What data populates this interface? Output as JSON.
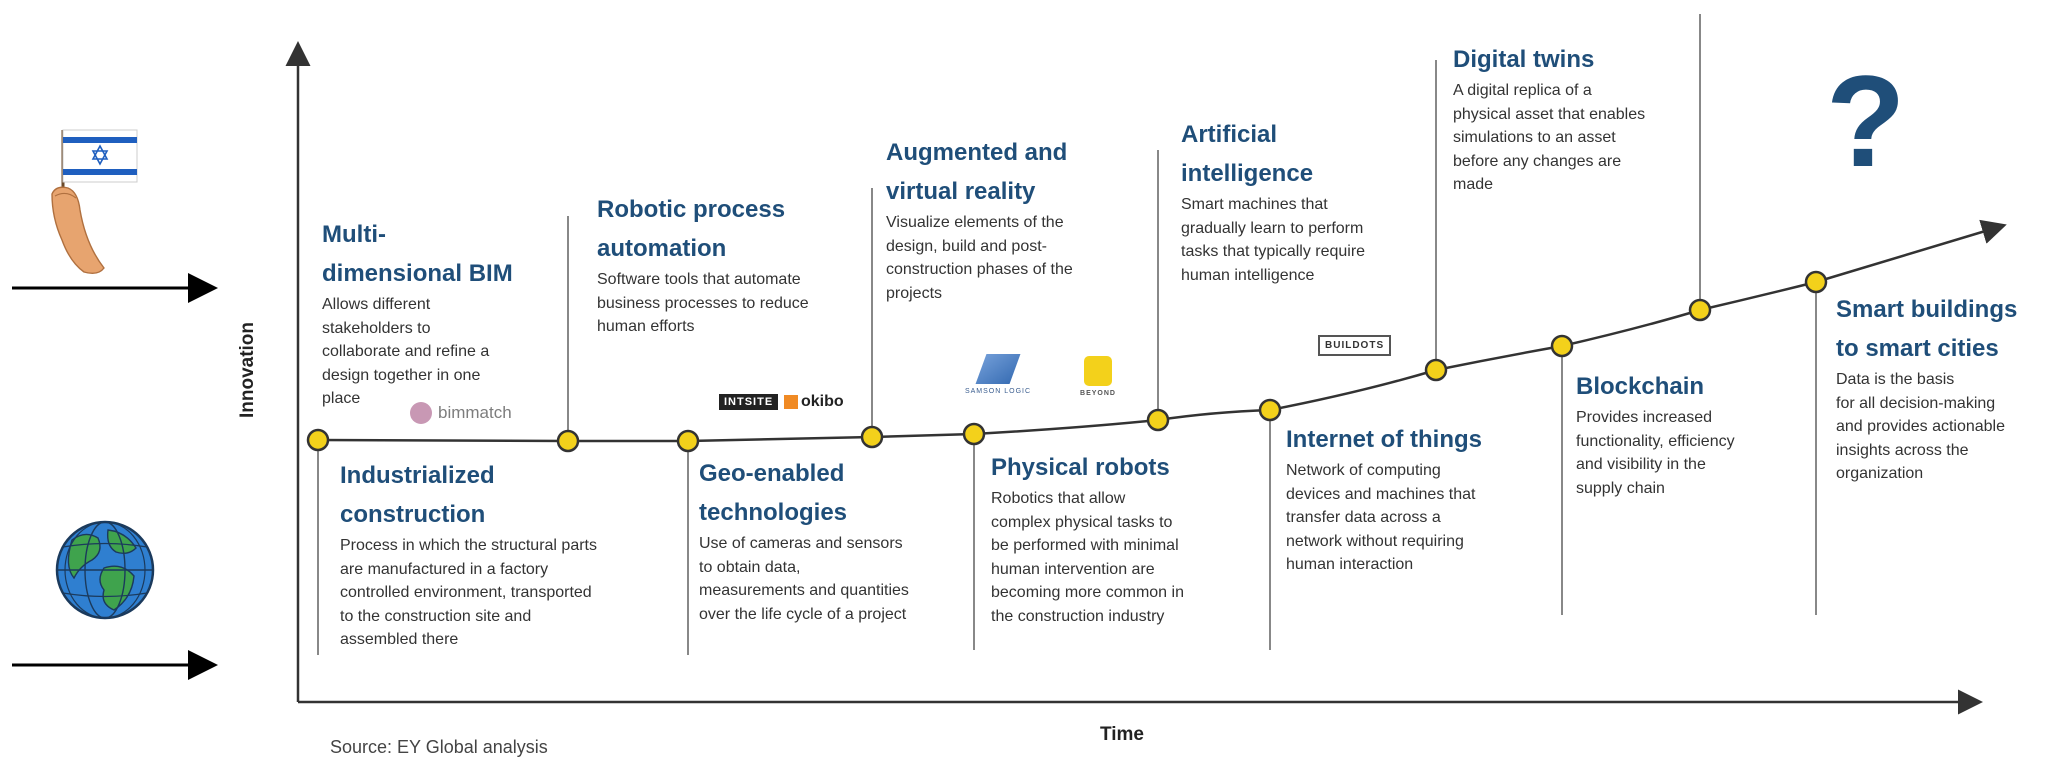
{
  "axes": {
    "y_label": "Innovation",
    "x_label": "Time"
  },
  "source": "Source: EY Global analysis",
  "colors": {
    "title": "#1f4e79",
    "node_fill": "#f3d11b",
    "line": "#333333",
    "question": "#1f4e79"
  },
  "icons": {
    "flag": "israel-flag-in-hand-icon",
    "globe": "earth-globe-icon",
    "question": "question-mark-icon"
  },
  "milestones": [
    {
      "title": "Multi-\ndimensional BIM",
      "desc": "Allows different\nstakeholders to\ncollaborate and refine a\ndesign together in one\nplace"
    },
    {
      "title": "Industrialized\nconstruction",
      "desc": "Process in which the structural parts\nare manufactured in a factory\ncontrolled environment, transported\nto the construction site and\nassembled there"
    },
    {
      "title": "Robotic process\nautomation",
      "desc": "Software tools that automate\nbusiness processes to reduce\nhuman efforts"
    },
    {
      "title": "Geo-enabled\ntechnologies",
      "desc": "Use of cameras and sensors\nto obtain data,\nmeasurements and quantities\nover the life cycle of a project"
    },
    {
      "title": "Augmented and\nvirtual reality",
      "desc": "Visualize elements of the\ndesign, build and post-\nconstruction phases of the\nprojects"
    },
    {
      "title": "Physical robots",
      "desc": "Robotics that allow\ncomplex physical tasks to\nbe performed with minimal\nhuman intervention are\nbecoming more common in\nthe construction industry"
    },
    {
      "title": "Artificial\nintelligence",
      "desc": "Smart machines that\ngradually learn to perform\ntasks that typically require\nhuman intelligence"
    },
    {
      "title": "Internet of things",
      "desc": "Network of computing\ndevices and machines that\ntransfer data across a\nnetwork without requiring\nhuman interaction"
    },
    {
      "title": "Digital twins",
      "desc": "A digital replica of a\nphysical asset that enables\nsimulations to an asset\nbefore any changes are\nmade"
    },
    {
      "title": "Blockchain",
      "desc": "Provides increased\nfunctionality, efficiency\nand visibility in the\nsupply chain"
    },
    {
      "title": "Smart buildings\nto smart cities",
      "desc": "Data is the basis\nfor all decision-making\nand provides actionable\ninsights across the\norganization"
    }
  ],
  "logos": {
    "bimmatch": "bimmatch",
    "intsite": "INTSITE",
    "okibo": "okibo",
    "samson": "SAMSON LOGIC",
    "beyond": "BEYOND",
    "buildots": "BUILDOTS"
  },
  "question_mark": "?"
}
